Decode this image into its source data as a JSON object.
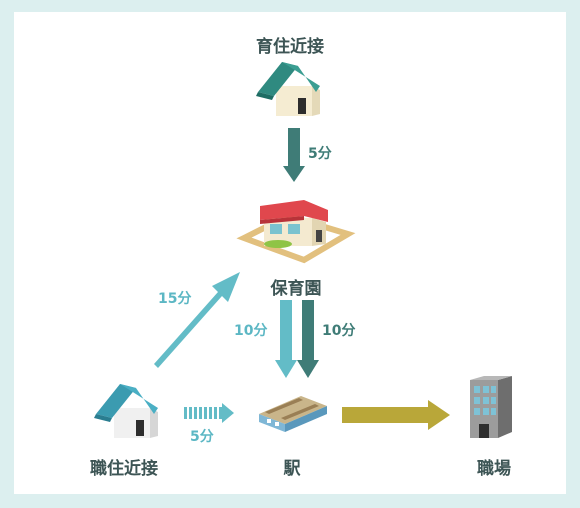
{
  "nodes": {
    "ikuju": {
      "label": "育住近接",
      "icon": "house-icon"
    },
    "hoikuen": {
      "label": "保育園",
      "icon": "nursery-school-icon"
    },
    "shokuju": {
      "label": "職住近接",
      "icon": "house-icon"
    },
    "eki": {
      "label": "駅",
      "icon": "train-station-icon"
    },
    "shokuba": {
      "label": "職場",
      "icon": "office-building-icon"
    }
  },
  "edges": {
    "ikuju_to_hoikuen": "5分",
    "shokuju_to_hoikuen": "15分",
    "hoikuen_to_eki_a": "10分",
    "hoikuen_to_eki_b": "10分",
    "shokuju_to_eki": "5分"
  },
  "colors": {
    "dark_teal": "#3f7c77",
    "light_teal": "#63bcc7",
    "olive": "#b9a739",
    "background": "#dcefef"
  }
}
